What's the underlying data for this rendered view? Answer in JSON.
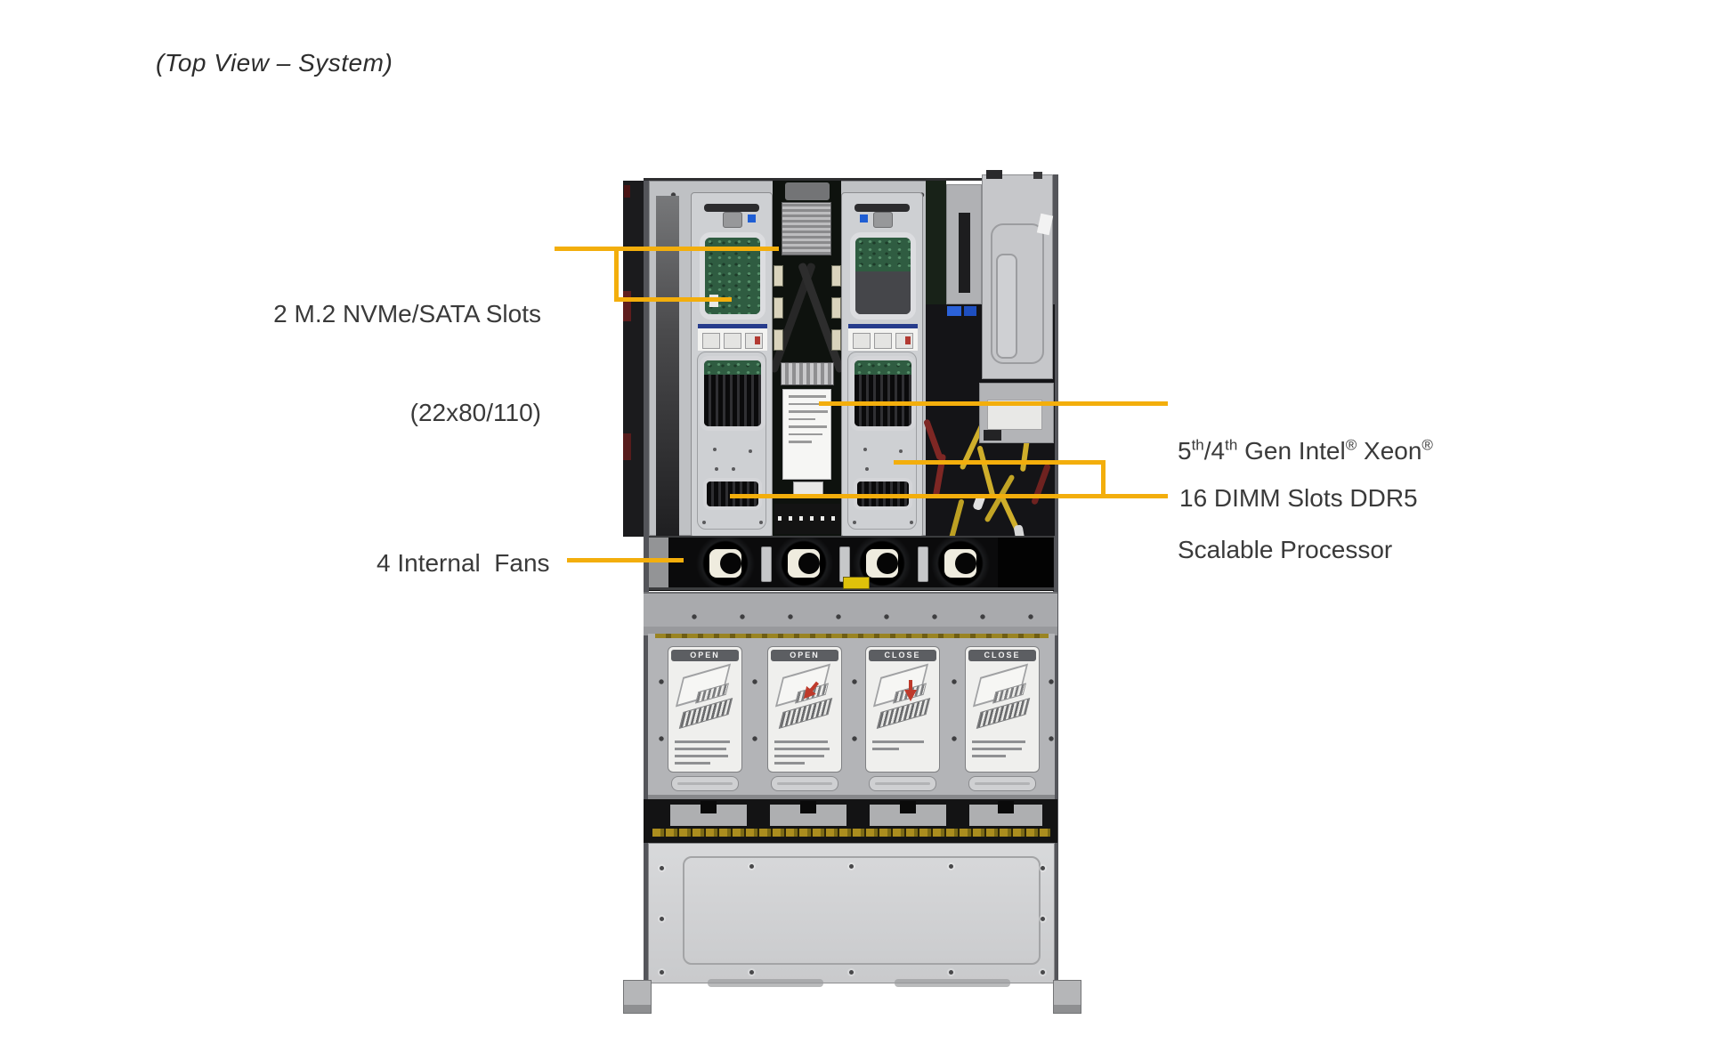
{
  "title": "(Top View – System)",
  "callouts": {
    "m2_slots": {
      "line1": "2 M.2 NVMe/SATA Slots",
      "line2": "(22x80/110)"
    },
    "cpu": {
      "t1": "5",
      "s1": "th",
      "t2": "/4",
      "s2": "th",
      "t3": " Gen Intel",
      "s3": "®",
      "t4": " Xeon",
      "s4": "®",
      "line2": "Scalable Processor"
    },
    "dimm": {
      "label": "16 DIMM Slots DDR5"
    },
    "fans": {
      "label": "4 Internal  Fans"
    }
  },
  "chassis": {
    "drive_cards": [
      {
        "label": "OPEN"
      },
      {
        "label": "OPEN"
      },
      {
        "label": "CLOSE"
      },
      {
        "label": "CLOSE"
      }
    ]
  },
  "colors": {
    "callout_line": "#F3AE0C",
    "label_text": "#3a3a3a",
    "pcb_green": "#2f5c41",
    "cable_yellow": "#cfae2b",
    "cable_red": "#7e2724",
    "blue_accent": "#1f5ed4"
  }
}
